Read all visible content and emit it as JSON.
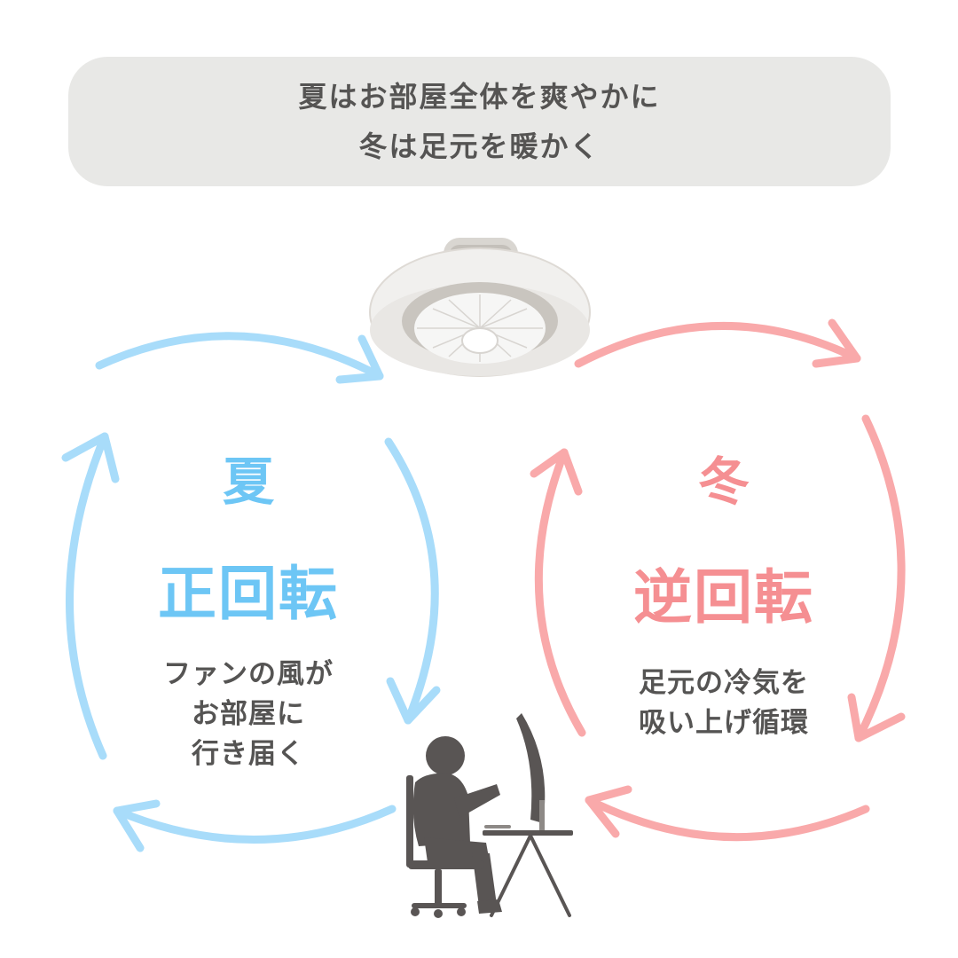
{
  "header": {
    "line1": "夏はお部屋全体を爽やかに",
    "line2": "冬は足元を暖かく"
  },
  "summer": {
    "season": "夏",
    "mode": "正回転",
    "desc": [
      "ファンの風が",
      "お部屋に",
      "行き届く"
    ]
  },
  "winter": {
    "season": "冬",
    "mode": "逆回転",
    "desc": [
      "足元の冷気を",
      "吸い上げ循環"
    ]
  },
  "colors": {
    "summer_arrow": "#a8dcfa",
    "summer_text": "#6dc6f5",
    "winter_arrow": "#f9a9aa",
    "winter_text": "#f58f92",
    "text": "#555453",
    "header_bg": "#e8e8e6",
    "silhouette": "#595554"
  },
  "icons": [
    "ceiling-fan-icon",
    "person-at-desk-icon"
  ]
}
